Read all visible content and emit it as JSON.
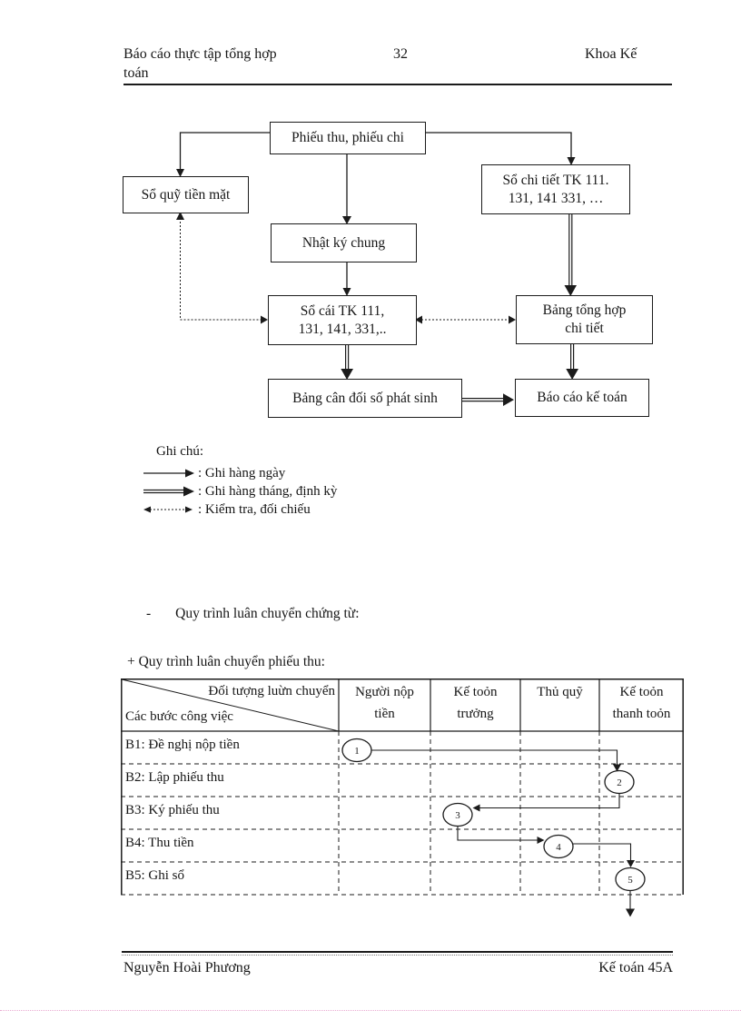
{
  "header": {
    "left_line1": "Báo cáo thực tập tổng hợp",
    "left_line2": "toán",
    "page_number": "32",
    "right": "Khoa Kế"
  },
  "flowchart": {
    "phieu_thu": "Phiếu thu, phiếu chi",
    "so_quy": "Sổ quỹ tiền mặt",
    "so_chi_tiet_1": "Sổ chi tiết TK 111.",
    "so_chi_tiet_2": "131, 141 331, …",
    "nhat_ky": "Nhật ký chung",
    "so_cai_1": "Sổ cái TK 111,",
    "so_cai_2": "131, 141, 331,..",
    "bang_tong_hop_1": "Bảng tổng hợp",
    "bang_tong_hop_2": "chi tiết",
    "bang_can_doi": "Bảng cân đối số phát sinh",
    "bao_cao": "Báo cáo kế toán",
    "legend_title": "Ghi chú:",
    "legend": [
      {
        "label": ": Ghi hàng ngày"
      },
      {
        "label": ": Ghi hàng tháng, định kỳ"
      },
      {
        "label": ": Kiểm tra, đối chiếu"
      }
    ]
  },
  "sections": {
    "bullet_marker": "-",
    "bullet_text": "Quy trình luân chuyển chứng từ:",
    "plus_line": "+ Quy trình luân chuyển phiếu thu:"
  },
  "table": {
    "corner_top": "Đối tượng luừn chuyển",
    "corner_bottom": "Các bước công việc",
    "columns": [
      {
        "line1": "Người nộp",
        "line2": "tiền"
      },
      {
        "line1": "Kế toỏn",
        "line2": "trưởng"
      },
      {
        "line1": "Thủ quỹ",
        "line2": ""
      },
      {
        "line1": "Kế toỏn",
        "line2": "thanh toỏn"
      }
    ],
    "rows": [
      "B1: Đề nghị nộp tiền",
      "B2: Lập phiếu thu",
      "B3: Ký phiếu thu",
      "B4: Thu tiền",
      "B5: Ghi sổ"
    ],
    "steps": [
      "1",
      "2",
      "3",
      "4",
      "5"
    ]
  },
  "footer": {
    "left": "Nguyễn Hoài Phương",
    "right": "Kế toán 45A"
  }
}
